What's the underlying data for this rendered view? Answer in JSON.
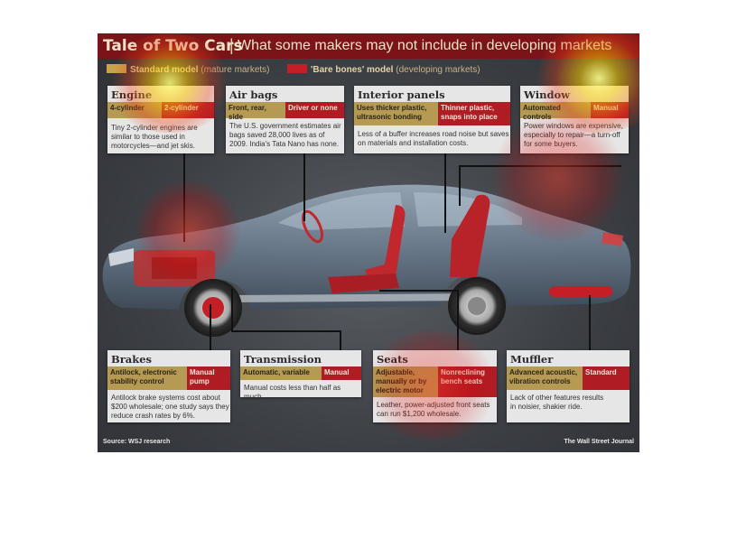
{
  "title": {
    "main": "Tale of Two Cars",
    "separator": "|",
    "subtitle": "What some makers may not include in developing markets"
  },
  "legend": {
    "standard": {
      "label": "Standard model",
      "paren": "(mature markets)",
      "color": "#c9a24e"
    },
    "bare": {
      "label": "'Bare bones' model",
      "paren": "(developing markets)",
      "color": "#c41e26"
    }
  },
  "cards": {
    "engine": {
      "title": "Engine",
      "standard": "4-cylinder",
      "bare": "2-cylinder",
      "note": [
        "Tiny 2-cylinder engines are",
        "similar to those used in",
        "motorcycles—and jet skis."
      ]
    },
    "airbags": {
      "title": "Air bags",
      "standard": "Front, rear, side",
      "bare": "Driver or none",
      "note": [
        "The U.S. government estimates air",
        "bags saved 28,000 lives as of",
        "2009. India's Tata Nano has none."
      ]
    },
    "interior": {
      "title": "Interior panels",
      "standard": [
        "Uses thicker plastic,",
        "ultrasonic bonding"
      ],
      "bare": [
        "Thinner plastic,",
        "snaps into place"
      ],
      "note": [
        "Less of a buffer increases road noise but saves",
        "on materials and installation costs."
      ]
    },
    "window": {
      "title": "Window",
      "standard": "Automated controls",
      "bare": "Manual",
      "note": [
        "Power windows are expensive,",
        "especially to repair—a turn-off",
        "for some buyers."
      ]
    },
    "brakes": {
      "title": "Brakes",
      "standard": [
        "Antilock, electronic",
        "stability control"
      ],
      "bare": [
        "Manual",
        "pump"
      ],
      "note": [
        "Antilock brake systems cost about",
        "$200 wholesale; one study says they",
        "reduce crash rates by 6%."
      ]
    },
    "transmission": {
      "title": "Transmission",
      "standard": "Automatic, variable",
      "bare": "Manual",
      "note": [
        "Manual costs less than half as much."
      ]
    },
    "seats": {
      "title": "Seats",
      "standard": [
        "Adjustable,",
        "manually or by",
        "electric motor"
      ],
      "bare": [
        "Nonreclining",
        "bench seats"
      ],
      "note": [
        "Leather, power-adjusted front seats",
        "can run $1,200 wholesale."
      ]
    },
    "muffler": {
      "title": "Muffler",
      "standard": [
        "Advanced acoustic,",
        "vibration controls"
      ],
      "bare": "Standard",
      "note": [
        "Lack of other features results",
        "in noisier, shakier ride."
      ]
    }
  },
  "footer": {
    "source": "Source: WSJ research",
    "credit": "The Wall Street Journal"
  },
  "colors": {
    "title_bar": "#7a1418",
    "standard": "#b49a52",
    "bare": "#b01c24",
    "background": "#3a3d42"
  }
}
